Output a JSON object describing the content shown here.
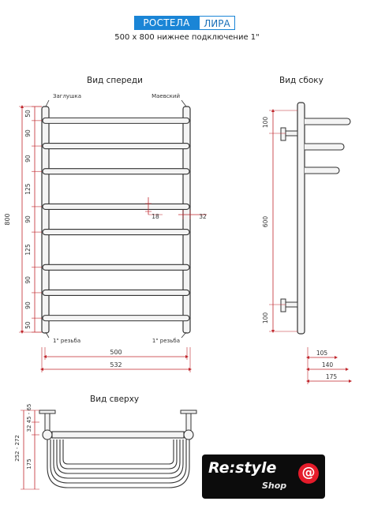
{
  "header": {
    "brand": "РОСТЕЛА",
    "model": "ЛИРА",
    "subtitle": "500 х 800 нижнее подключение 1\""
  },
  "views": {
    "front": "Вид спереди",
    "side": "Вид сбоку",
    "top": "Вид сверху"
  },
  "labels": {
    "cap": "Заглушка",
    "valve": "Маевский",
    "thread_left": "1\" резьба",
    "thread_right": "1\" резьба"
  },
  "front_dims": {
    "total_height": "800",
    "segments": [
      "50",
      "90",
      "90",
      "125",
      "90",
      "125",
      "90",
      "90",
      "50"
    ],
    "pipe_width": "500",
    "overall_width": "532",
    "rail_diameter": "18",
    "post_diameter": "32"
  },
  "side_dims": {
    "top": "100",
    "middle": "600",
    "bottom": "100",
    "d1": "105",
    "d2": "140",
    "d3": "175"
  },
  "top_dims": {
    "d1": "252 - 272",
    "d2": "32",
    "d3": "45 - 65",
    "d4": "175"
  },
  "logo": {
    "text": "Re:style",
    "shop": "Shop",
    "symbol": "@"
  },
  "colors": {
    "brand": "#1a85d6",
    "dimension": "#c0272d",
    "outline": "#333333"
  }
}
